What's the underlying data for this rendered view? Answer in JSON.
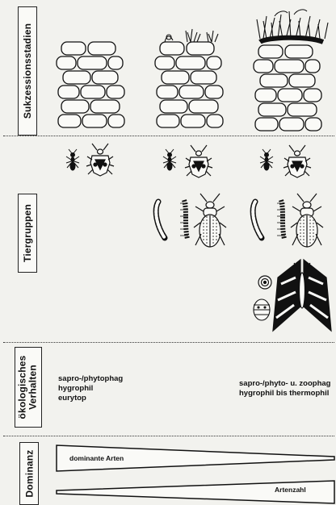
{
  "sections": {
    "succession": "Sukzessionsstadien",
    "animals": "Tiergruppen",
    "ecology_line1": "ökologisches",
    "ecology_line2": "Verhalten",
    "dominance": "Dominanz"
  },
  "ecology": {
    "left": [
      "sapro-/phytophag",
      "hygrophil",
      "eurytop"
    ],
    "right": [
      "sapro-/phyto- u. zoophag",
      "hygrophil bis thermophil"
    ]
  },
  "dominance": {
    "upper_label": "dominante Arten",
    "lower_label": "Artenzahl"
  }
}
